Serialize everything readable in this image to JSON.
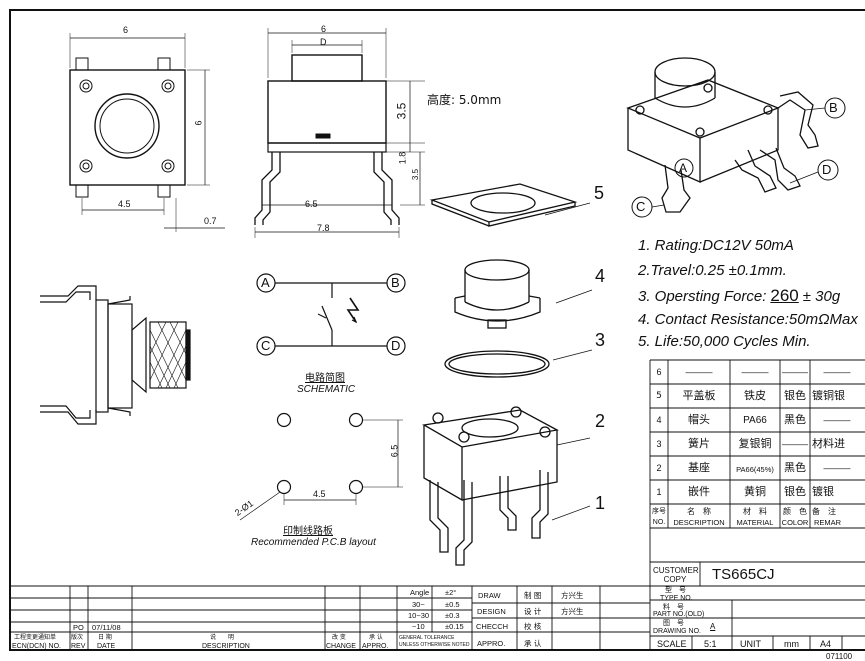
{
  "dims": {
    "top_width": "6",
    "side_width": "6",
    "side_plunger": "D",
    "top_height": "6",
    "pin_spacing": "4.5",
    "pin_offset": "0.7",
    "body_width": "6.5",
    "lead_span": "7.8",
    "dim_3_5a": "3.5",
    "dim_1_8": "1.8",
    "dim_3_5b": "3.5",
    "height_label": "高度: 5.0mm",
    "pcb_height": "6.5",
    "pcb_width": "4.5",
    "hole_dia": "2-Ø1"
  },
  "callouts": {
    "A": "A",
    "B": "B",
    "C": "C",
    "D": "D",
    "part1": "1",
    "part2": "2",
    "part3": "3",
    "part4": "4",
    "part5": "5"
  },
  "schematic": {
    "node_a": "A",
    "node_b": "B",
    "node_c": "C",
    "node_d": "D",
    "title_cn": "电路简图",
    "title_en": "SCHEMATIC"
  },
  "pcb": {
    "title_cn": "印制线路板",
    "title_en": "Recommended P.C.B layout"
  },
  "specs": {
    "rating": "1. Rating:DC12V  50mA",
    "travel": "2.Travel:0.25  ±0.1mm.",
    "force_prefix": "3. Opersting Force:",
    "force_value": "260",
    "force_suffix": "± 30g",
    "resistance": "4. Contact Resistance:50mΩMax",
    "life": "5. Life:50,000 Cycles Min."
  },
  "bom": {
    "rows": [
      {
        "no": "6",
        "name": "———",
        "material": "———",
        "color": "———",
        "remark": "———"
      },
      {
        "no": "5",
        "name": "平盖板",
        "material": "铁皮",
        "color": "银色",
        "remark": "镀铜银"
      },
      {
        "no": "4",
        "name": "帽头",
        "material": "PA66",
        "color": "黑色",
        "remark": "———"
      },
      {
        "no": "3",
        "name": "簧片",
        "material": "复银铜",
        "color": "———",
        "remark": "材料进"
      },
      {
        "no": "2",
        "name": "基座",
        "material": "PA66(45%)",
        "color": "黑色",
        "remark": "———"
      },
      {
        "no": "1",
        "name": "嵌件",
        "material": "黄铜",
        "color": "银色",
        "remark": "镀银"
      }
    ],
    "header": {
      "no_cn": "序号",
      "no_en": "NO.",
      "desc_cn": "名　称",
      "desc_en": "DESCRIPTION",
      "mat_cn": "材　料",
      "mat_en": "MATERIAL",
      "color_cn": "颜　色",
      "color_en": "COLOR",
      "remark_cn": "备　注",
      "remark_en": "REMAR"
    }
  },
  "title_block": {
    "customer_label": "CUSTOMER COPY",
    "type_value": "TS665CJ",
    "type_label_cn": "型　号",
    "type_label_en": "TYPE NO.",
    "part_label_cn": "料　号",
    "part_label_en": "PART NO.(OLD)",
    "drawing_label_cn": "图　号",
    "drawing_label_en": "DRAWING NO.",
    "drawing_rev": "A",
    "scale_label": "SCALE",
    "scale_value": "5:1",
    "unit_label": "UNIT",
    "unit_value": "mm",
    "paper": "A4",
    "drawing_number_partial": "071100"
  },
  "tolerance": {
    "angle_label": "Angle",
    "angle_tol": "±2°",
    "r1_range": "30~",
    "r1_tol": "±0.5",
    "r2_range": "10~30",
    "r2_tol": "±0.3",
    "r3_range": "~10",
    "r3_tol": "±0.15",
    "caption1": "GENERAL TOLERANCE",
    "caption2": "UNLESS OTHERWISE NOTED"
  },
  "signatures": {
    "draw_en": "DRAW",
    "draw_cn": "制 图",
    "draw_name": "方兴生",
    "design_en": "DESIGN",
    "design_cn": "设 计",
    "design_name": "方兴生",
    "check_en": "CHECCH",
    "check_cn": "校 核",
    "appro_en": "APPRO.",
    "appro_cn": "承 认"
  },
  "revision": {
    "po": "PO",
    "po_date": "07/11/08",
    "ecn_cn": "工程变更通知单",
    "rev_cn": "版次",
    "date_cn": "日 期",
    "ecn_en": "ECN(DCN) NO.",
    "rev_en": "REV",
    "date_en": "DATE",
    "desc_cn": "说　　明",
    "desc_en": "DESCRIPTION",
    "change_cn": "改 变",
    "change_en": "CHANGE",
    "appro_cn": "承 认",
    "appro_en": "APPRO."
  }
}
